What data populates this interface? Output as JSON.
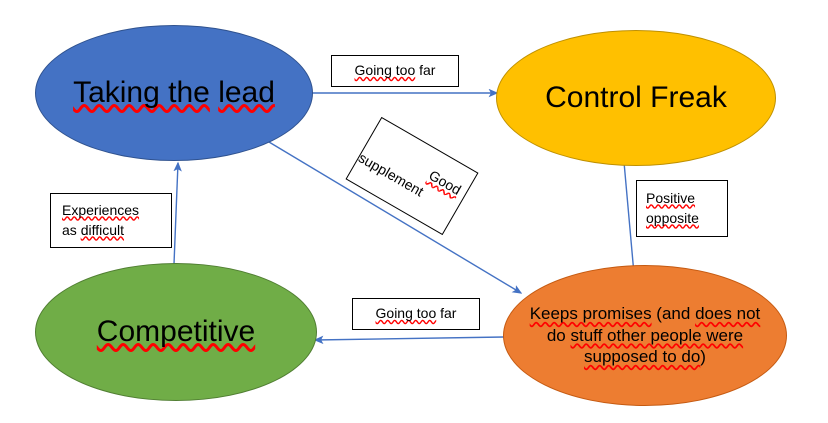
{
  "diagram": {
    "type": "concept-map",
    "background": "#ffffff",
    "arrow_color": "#4472C4",
    "nodes": [
      {
        "id": "taking-the-lead",
        "label": "Taking the lead",
        "lines": [
          "Taking the lead"
        ],
        "misspelled": [
          "Taking the",
          "lead"
        ],
        "color": "#4472C4",
        "border_color": "#2F528F",
        "shape": "ellipse"
      },
      {
        "id": "control-freak",
        "label": "Control Freak",
        "lines": [
          "Control Freak"
        ],
        "misspelled": [],
        "color": "#FFC000",
        "border_color": "#BF9000",
        "shape": "ellipse"
      },
      {
        "id": "competitive",
        "label": "Competitive",
        "lines": [
          "Competitive"
        ],
        "misspelled": [
          "Competitive"
        ],
        "color": "#70AD47",
        "border_color": "#507E32",
        "shape": "ellipse"
      },
      {
        "id": "keeps-promises",
        "label": "Keeps promises (and does not do stuff other people were supposed to do)",
        "lines": [
          "Keeps promises (and does not",
          "do stuff other people were",
          "supposed to do)"
        ],
        "misspelled": [
          "Keeps promises",
          "does not",
          "stuff other people were",
          "supposed to do"
        ],
        "color": "#ED7D31",
        "border_color": "#C55A11",
        "shape": "ellipse"
      }
    ],
    "edges": [
      {
        "id": "lead-to-control",
        "from": "taking-the-lead",
        "to": "control-freak",
        "label": "Going too far",
        "label_lines": [
          "Going too far"
        ],
        "misspelled": [
          "Going too"
        ]
      },
      {
        "id": "lead-to-keeps",
        "from": "taking-the-lead",
        "to": "keeps-promises",
        "label": "Good supplement",
        "label_lines": [
          "Good",
          "supplement"
        ],
        "misspelled": [
          "Good"
        ],
        "rotated": true
      },
      {
        "id": "control-to-keeps",
        "from": "control-freak",
        "to": "keeps-promises",
        "label": "Positive opposite",
        "label_lines": [
          "Positive",
          "opposite"
        ],
        "misspelled": [
          "Positive",
          "opposite"
        ]
      },
      {
        "id": "keeps-to-competitive",
        "from": "keeps-promises",
        "to": "competitive",
        "label": "Going too far",
        "label_lines": [
          "Going too far"
        ],
        "misspelled": [
          "Going too"
        ]
      },
      {
        "id": "competitive-to-lead",
        "from": "competitive",
        "to": "taking-the-lead",
        "label": "Experiences as difficult",
        "label_lines": [
          "Experiences",
          "as difficult"
        ],
        "misspelled": [
          "Experiences",
          "difficult"
        ]
      }
    ]
  }
}
